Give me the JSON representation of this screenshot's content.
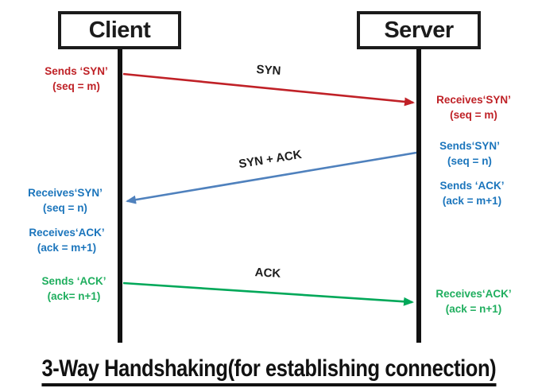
{
  "title": "3-Way Handshaking(for establishing connection)",
  "actors": [
    {
      "name": "Client"
    },
    {
      "name": "Server"
    }
  ],
  "colors": {
    "syn_arrow_red": "#c02127",
    "synack_arrow_blue": "#4f81bd",
    "ack_arrow_green": "#00a859",
    "note_red": "#bf2126",
    "note_blue": "#1b75bc",
    "note_green": "#1fae5e",
    "label_black": "#1c1c1c"
  },
  "messages": [
    {
      "label": "SYN",
      "from": "Client",
      "to": "Server"
    },
    {
      "label": "SYN + ACK",
      "from": "Server",
      "to": "Client"
    },
    {
      "label": "ACK",
      "from": "Client",
      "to": "Server"
    }
  ],
  "annotations": {
    "client": [
      {
        "line1": "Sends ‘SYN’",
        "line2": "(seq = m)"
      },
      {
        "line1": "Receives‘SYN’",
        "line2": "(seq = n)"
      },
      {
        "line1": "Receives‘ACK’",
        "line2": "(ack = m+1)"
      },
      {
        "line1": "Sends ‘ACK’",
        "line2": "(ack= n+1)"
      }
    ],
    "server": [
      {
        "line1": "Receives‘SYN’",
        "line2": "(seq = m)"
      },
      {
        "line1": "Sends‘SYN’",
        "line2": "(seq = n)"
      },
      {
        "line1": "Sends ‘ACK’",
        "line2": "(ack = m+1)"
      },
      {
        "line1": "Receives‘ACK’",
        "line2": "(ack = n+1)"
      }
    ]
  }
}
